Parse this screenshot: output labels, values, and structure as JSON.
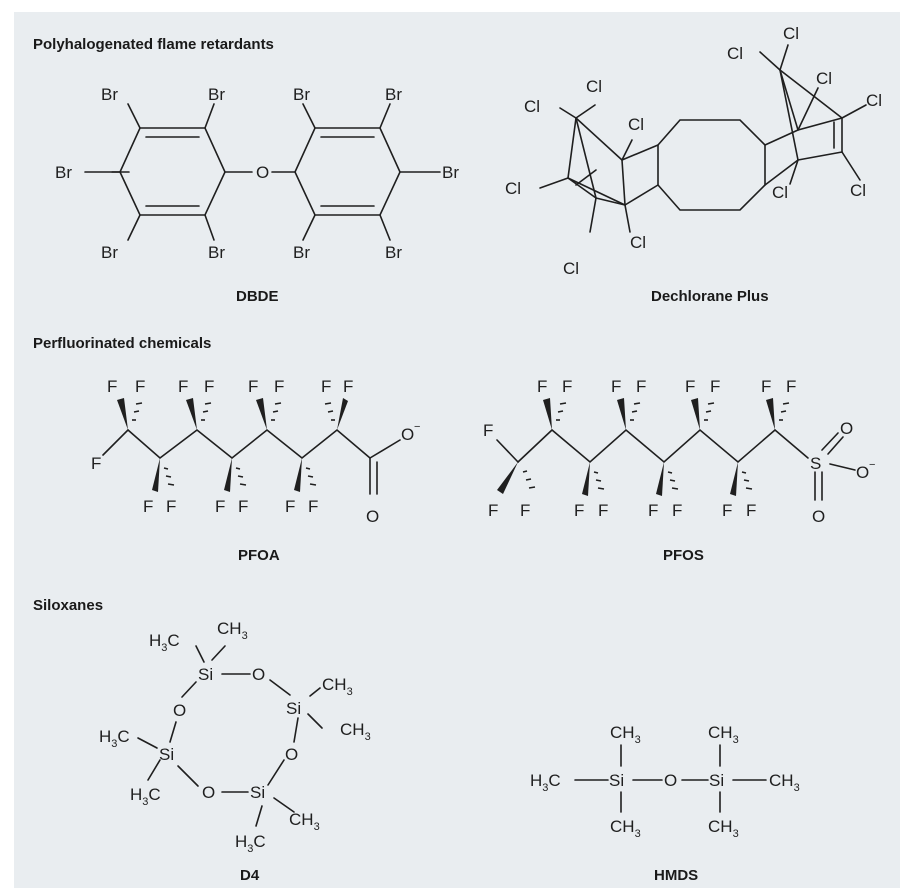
{
  "sections": {
    "flame": "Polyhalogenated flame retardants",
    "pfc": "Perfluorinated chemicals",
    "siloxanes": "Siloxanes"
  },
  "labels": {
    "dbde": "DBDE",
    "dechlorane": "Dechlorane Plus",
    "pfoa": "PFOA",
    "pfos": "PFOS",
    "d4": "D4",
    "hmds": "HMDS"
  },
  "atoms": {
    "br": "Br",
    "cl": "Cl",
    "f": "F",
    "o": "O",
    "o_minus": "O",
    "minus": "−",
    "s": "S",
    "si": "Si",
    "ch": "CH",
    "hc_h": "H",
    "hc_c": "C",
    "three": "3"
  },
  "colors": {
    "panel": "#e9edf0",
    "ink": "#1f1f1f"
  }
}
